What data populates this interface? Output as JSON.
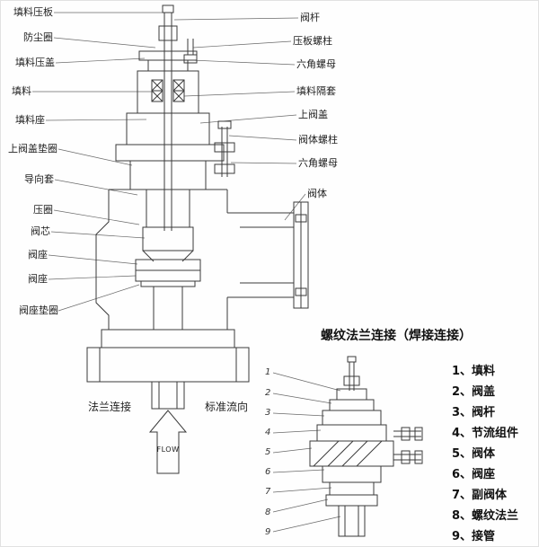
{
  "main_diagram": {
    "labels_left": [
      "填料压板",
      "防尘圈",
      "填料压盖",
      "填料",
      "填料座",
      "上阀盖垫圈",
      "导向套",
      "压圈",
      "阀芯",
      "阀座",
      "阀座",
      "阀座垫圈"
    ],
    "labels_right": [
      "阀杆",
      "压板螺柱",
      "六角螺母",
      "填料隔套",
      "上阀盖",
      "阀体螺柱",
      "六角螺母",
      "阀体"
    ],
    "flange_label": "法兰连接",
    "flow_direction_label": "标准流向",
    "flow_arrow_text": "FLOW"
  },
  "secondary_diagram": {
    "title": "螺纹法兰连接（焊接连接）",
    "callouts": [
      "1",
      "2",
      "3",
      "4",
      "5",
      "6",
      "7",
      "8",
      "9"
    ]
  },
  "parts_list": {
    "items": [
      "1、填料",
      "2、阀盖",
      "3、阀杆",
      "4、节流组件",
      "5、阀体",
      "6、阀座",
      "7、副阀体",
      "8、螺纹法兰",
      "9、接管"
    ]
  },
  "colors": {
    "line": "#3a3a3a",
    "leader": "#6a6a6a"
  }
}
